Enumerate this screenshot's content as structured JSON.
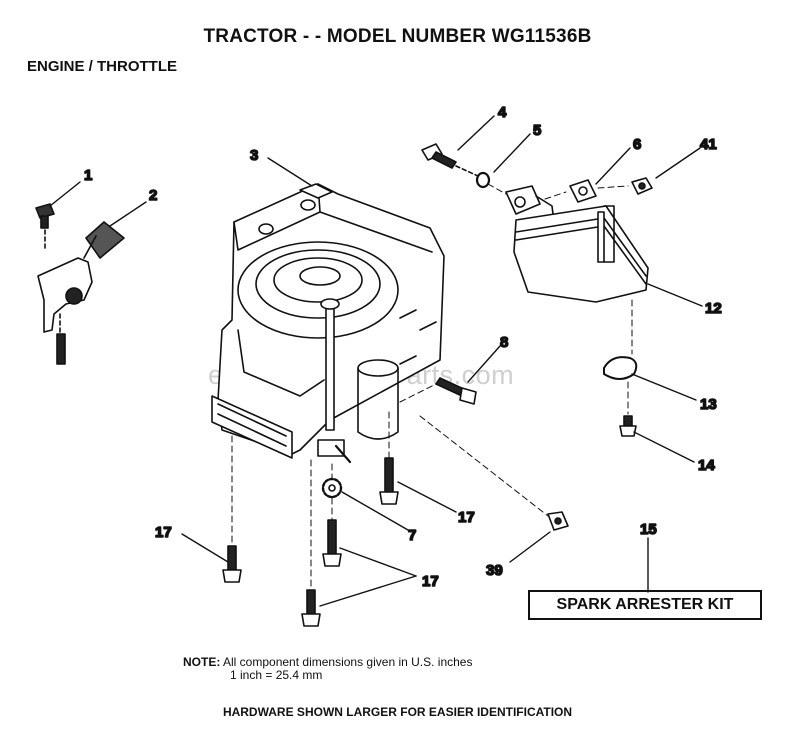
{
  "header": {
    "title": "TRACTOR - - MODEL NUMBER WG11536B",
    "subtitle": "ENGINE / THROTTLE"
  },
  "callouts": {
    "c1": "1",
    "c2": "2",
    "c3": "3",
    "c4": "4",
    "c5": "5",
    "c6": "6",
    "c41": "41",
    "c12": "12",
    "c8": "8",
    "c13": "13",
    "c14": "14",
    "c17a": "17",
    "c7": "7",
    "c17b": "17",
    "c15": "15",
    "c39": "39",
    "c17c": "17"
  },
  "kit_label": "SPARK ARRESTER KIT",
  "note": {
    "label": "NOTE:",
    "line1": "All component dimensions given in U.S. inches",
    "line2": "1 inch = 25.4 mm"
  },
  "footer": "HARDWARE SHOWN LARGER FOR EASIER IDENTIFICATION",
  "watermark": "eReplacementParts.com"
}
